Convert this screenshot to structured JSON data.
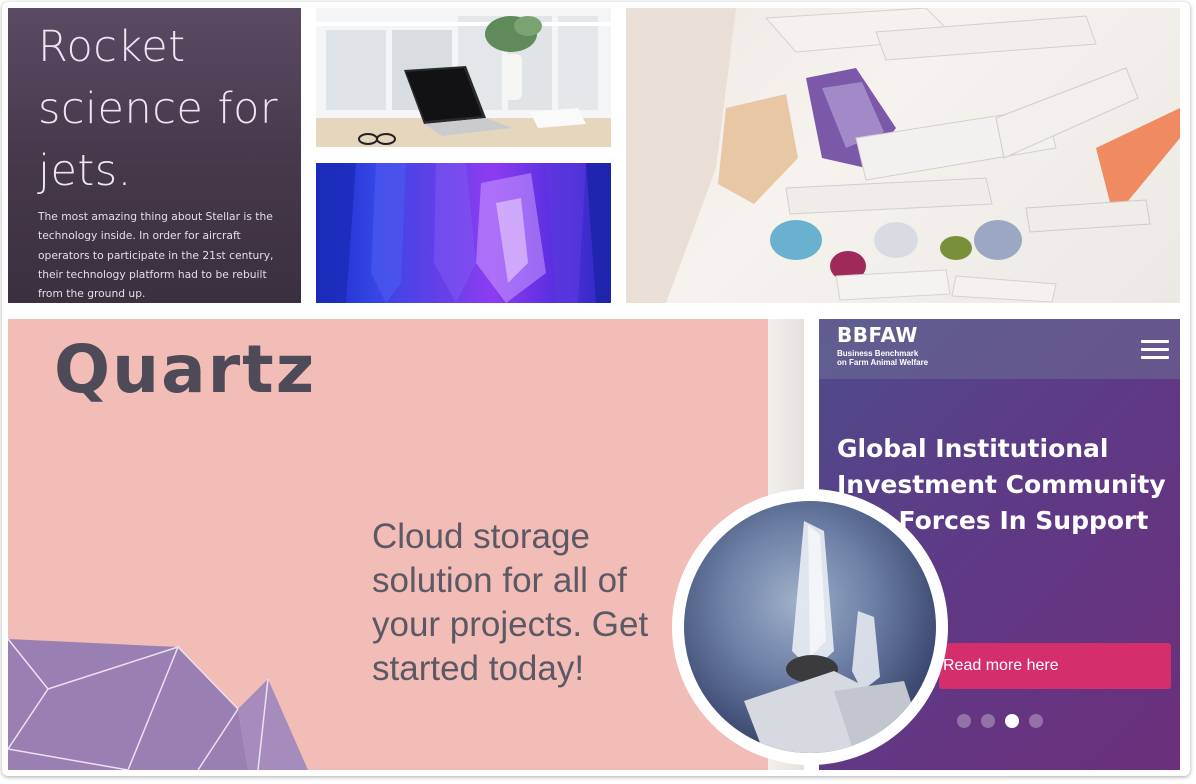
{
  "stellar": {
    "headline": "Rocket science for jets.",
    "body": "The most amazing thing about Stellar is the technology inside. In order for aircraft operators to participate in the 21st century, their technology platform had to be rebuilt from the ground up."
  },
  "quartz": {
    "logo": "Quartz",
    "tagline": "Cloud storage solution for all of your projects. Get started today!"
  },
  "bbfaw": {
    "brand": "BBFAW",
    "tagline_line1": "Business Benchmark",
    "tagline_line2": "on Farm Animal Welfare",
    "headline": "Global Institutional Investment Community Join Forces In Support Of",
    "button_label": "Read more here",
    "carousel": {
      "total": 4,
      "active_index": 2
    }
  },
  "colors": {
    "stellar_bg": "#443849",
    "quartz_bg": "#f2bcb7",
    "quartz_text": "#4e4a58",
    "bbfaw_bg": "#5e3a86",
    "bbfaw_button": "#d52e6d"
  },
  "icons": [
    "menu-icon"
  ]
}
